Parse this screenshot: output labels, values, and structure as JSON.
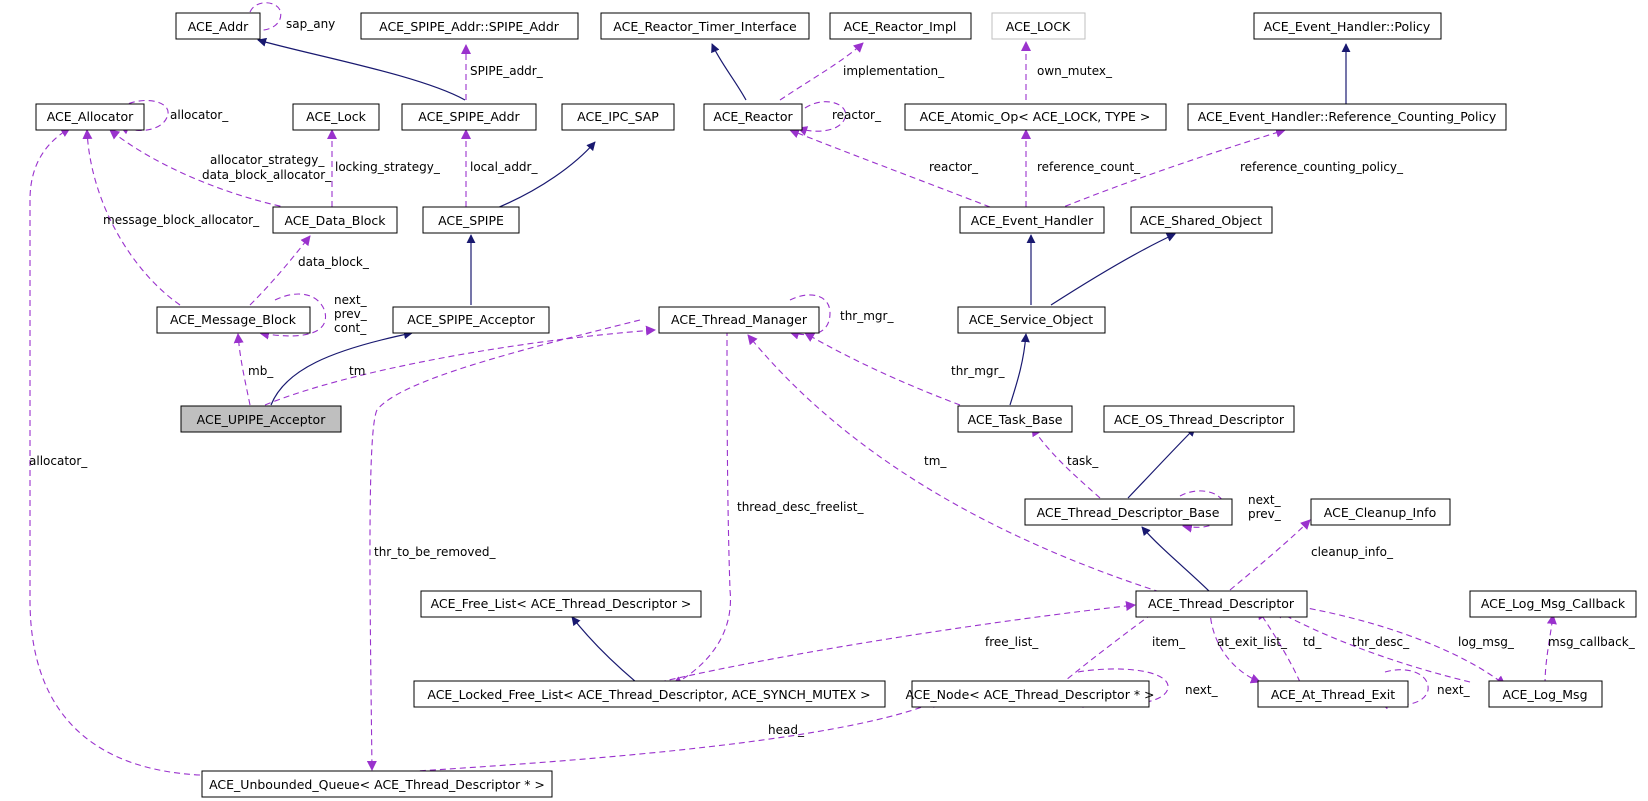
{
  "diagram": {
    "colors": {
      "inheritance": "#191970",
      "usage": "#9a32cd",
      "node_border": "#000000",
      "highlight_fill": "#bfbfbf"
    },
    "nodes": {
      "ace_addr": "ACE_Addr",
      "spipe_addr_spipe_addr": "ACE_SPIPE_Addr::SPIPE_Addr",
      "reactor_timer_interface": "ACE_Reactor_Timer_Interface",
      "reactor_impl": "ACE_Reactor_Impl",
      "ace_lock_template": "ACE_LOCK",
      "event_handler_policy": "ACE_Event_Handler::Policy",
      "allocator": "ACE_Allocator",
      "ace_lock": "ACE_Lock",
      "spipe_addr": "ACE_SPIPE_Addr",
      "ipc_sap": "ACE_IPC_SAP",
      "reactor": "ACE_Reactor",
      "atomic_op": "ACE_Atomic_Op< ACE_LOCK, TYPE >",
      "ref_counting_policy": "ACE_Event_Handler::Reference_Counting_Policy",
      "data_block": "ACE_Data_Block",
      "spipe": "ACE_SPIPE",
      "event_handler": "ACE_Event_Handler",
      "shared_object": "ACE_Shared_Object",
      "message_block": "ACE_Message_Block",
      "spipe_acceptor": "ACE_SPIPE_Acceptor",
      "thread_manager": "ACE_Thread_Manager",
      "service_object": "ACE_Service_Object",
      "upipe_acceptor": "ACE_UPIPE_Acceptor",
      "task_base": "ACE_Task_Base",
      "os_thread_descriptor": "ACE_OS_Thread_Descriptor",
      "thread_descriptor_base": "ACE_Thread_Descriptor_Base",
      "cleanup_info": "ACE_Cleanup_Info",
      "free_list": "ACE_Free_List< ACE_Thread_Descriptor >",
      "thread_descriptor": "ACE_Thread_Descriptor",
      "log_msg_callback": "ACE_Log_Msg_Callback",
      "locked_free_list": "ACE_Locked_Free_List< ACE_Thread_Descriptor, ACE_SYNCH_MUTEX >",
      "ace_node": "ACE_Node< ACE_Thread_Descriptor * >",
      "at_thread_exit": "ACE_At_Thread_Exit",
      "log_msg": "ACE_Log_Msg",
      "unbounded_queue": "ACE_Unbounded_Queue< ACE_Thread_Descriptor * >"
    },
    "labels": {
      "sap_any": "sap_any",
      "spipe_addr_": "SPIPE_addr_",
      "implementation_": "implementation_",
      "own_mutex_": "own_mutex_",
      "allocator_self": "allocator_",
      "reactor_self": "reactor_",
      "allocator_strategy": "allocator_strategy_",
      "data_block_allocator": "data_block_allocator_",
      "locking_strategy": "locking_strategy_",
      "local_addr": "local_addr_",
      "reactor_eh": "reactor_",
      "reference_count": "reference_count_",
      "reference_counting_policy": "reference_counting_policy_",
      "message_block_allocator": "message_block_allocator_",
      "data_block_": "data_block_",
      "next_mb": "next_",
      "prev_mb": "prev_",
      "cont_mb": "cont_",
      "thr_mgr_self": "thr_mgr_",
      "mb": "mb_",
      "tm_upipe": "tm",
      "thr_mgr_task": "thr_mgr_",
      "allocator_queue": "allocator_",
      "task": "task_",
      "tm_desc": "tm_",
      "thread_desc_freelist": "thread_desc_freelist_",
      "next_tdb": "next_",
      "prev_tdb": "prev_",
      "thr_to_be_removed": "thr_to_be_removed_",
      "cleanup_info_": "cleanup_info_",
      "free_list_": "free_list_",
      "item": "item_",
      "at_exit_list": "at_exit_list_",
      "td": "td_",
      "thr_desc": "thr_desc_",
      "log_msg_": "log_msg_",
      "msg_callback": "msg_callback_",
      "next_node": "next_",
      "next_ate": "next_",
      "head": "head_"
    }
  }
}
